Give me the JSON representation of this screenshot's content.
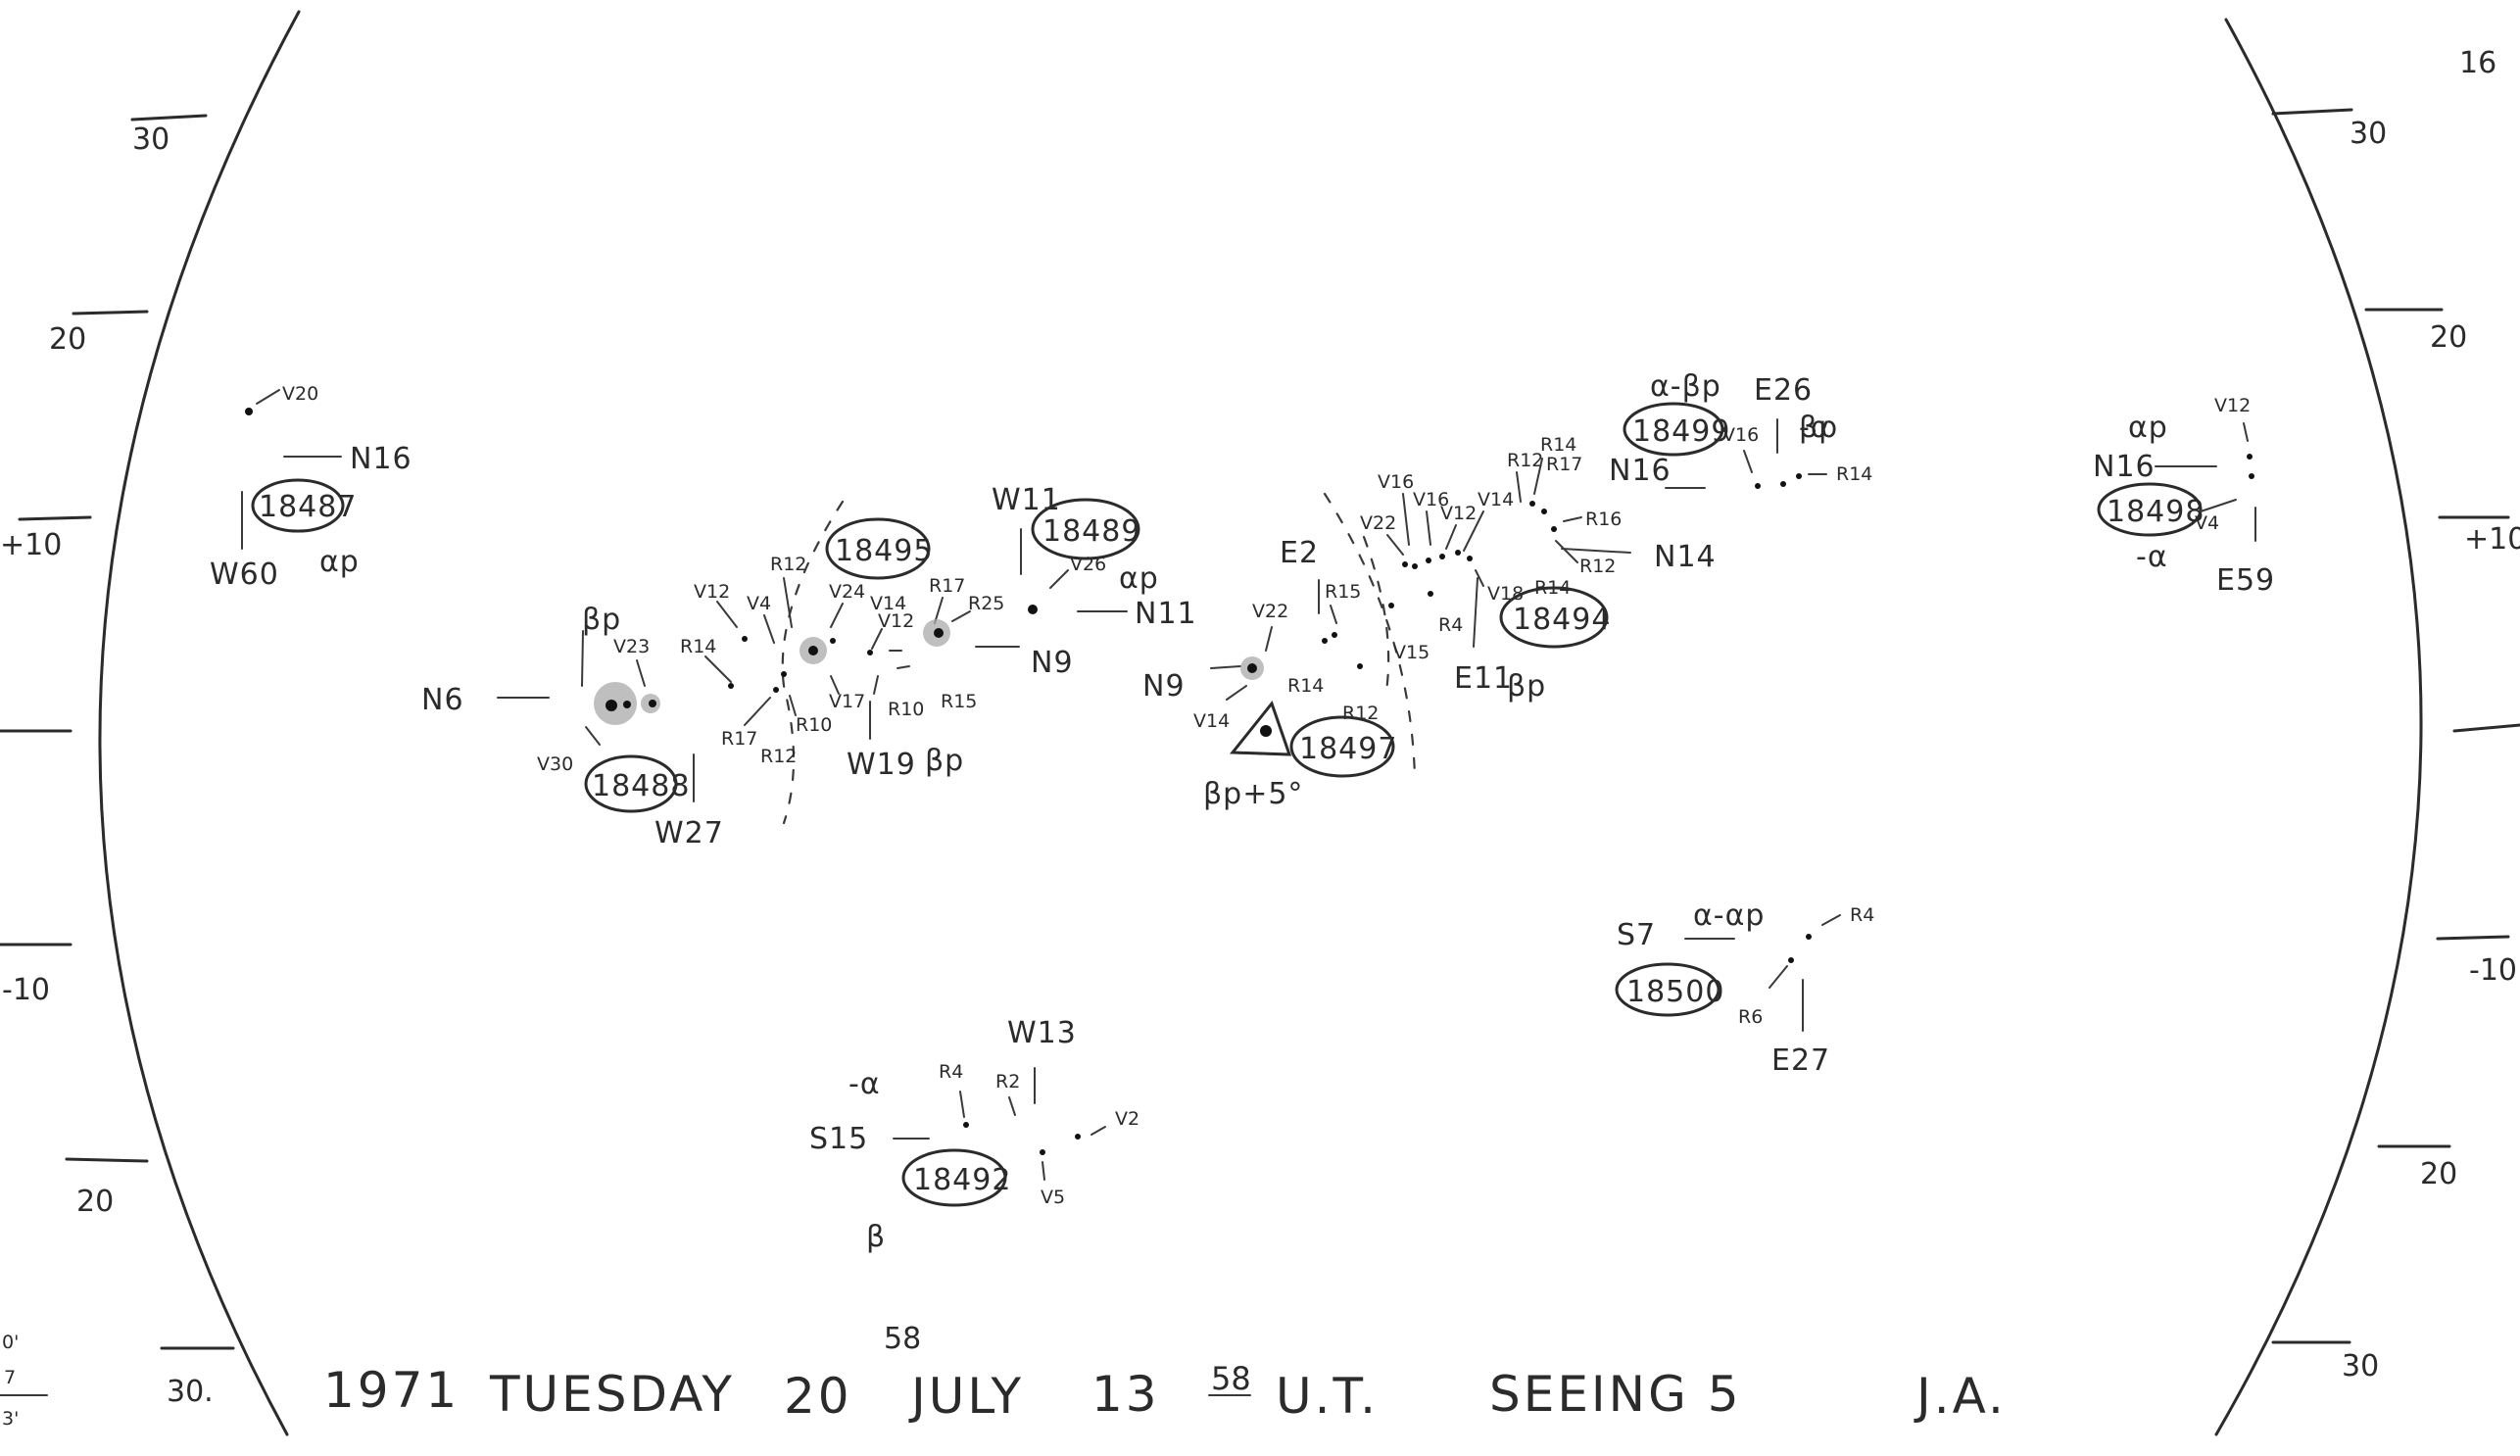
{
  "title": {
    "year": "1971",
    "weekday": "TUESDAY",
    "day": "20",
    "day_sup": "58",
    "month": "JULY",
    "time": "13",
    "time_sup": "58",
    "ut": "U.T.",
    "seeing": "SEEING 5",
    "initials": "J.A.",
    "page_number": "16"
  },
  "scales": {
    "left": [
      "30",
      "20",
      "+10",
      "-10",
      "20",
      "30."
    ],
    "right": [
      "30",
      "20",
      "+10",
      "-10",
      "20",
      "30"
    ],
    "left_margin": [
      "0'",
      "7",
      "3'"
    ]
  },
  "regions": {
    "r18487": {
      "number": "18487",
      "lat": "N16",
      "lon": "W60",
      "class": "αp",
      "spots": [
        "V20"
      ]
    },
    "r18488": {
      "number": "18488",
      "lat": "N6",
      "lon": "W27",
      "class": "βp",
      "spots": [
        "V23",
        "V30"
      ]
    },
    "r18495": {
      "number": "18495",
      "lon": "W19",
      "class": "βp",
      "spots": [
        "V12",
        "V4",
        "R12",
        "R14",
        "V24",
        "V14",
        "V12",
        "R17",
        "R25",
        "R17",
        "R10",
        "R12",
        "V17",
        "R10",
        "R15"
      ]
    },
    "r18489": {
      "number": "18489",
      "lat": "N11",
      "lon": "W11",
      "class": "αp",
      "spots": [
        "V26"
      ],
      "lat2": "N9"
    },
    "r18497": {
      "number": "18497",
      "lat": "N9",
      "lon": "E2",
      "class": "βp+5°",
      "spots": [
        "V22",
        "R15",
        "R14",
        "R12",
        "V14"
      ]
    },
    "r18494": {
      "number": "18494",
      "lat": "N14",
      "lon": "E11",
      "class": "βp",
      "spots": [
        "V16",
        "V16",
        "V22",
        "V12",
        "V14",
        "R12",
        "R14",
        "R17",
        "R16",
        "R12",
        "V18",
        "R14",
        "R4",
        "V15"
      ]
    },
    "r18499": {
      "number": "18499",
      "lat": "N16",
      "lon": "E26",
      "class": "α-βp",
      "spots": [
        "V16",
        "R14"
      ]
    },
    "r18498": {
      "number": "18498",
      "lat": "N16",
      "lon": "E59",
      "class": "αp",
      "class2": "-α",
      "spots": [
        "V12",
        "V4"
      ]
    },
    "r18500": {
      "number": "18500",
      "lat": "S7",
      "lon": "E27",
      "class": "α-αp",
      "spots": [
        "R4",
        "R6"
      ]
    },
    "r18492": {
      "number": "18492",
      "lat": "S15",
      "lon": "W13",
      "class": "β",
      "class2": "-α",
      "spots": [
        "R4",
        "R2",
        "V2",
        "V5"
      ]
    }
  }
}
